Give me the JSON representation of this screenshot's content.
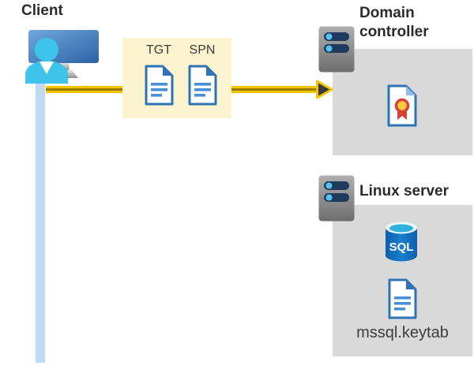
{
  "client": {
    "label": "Client"
  },
  "token_box": {
    "tgt_label": "TGT",
    "spn_label": "SPN"
  },
  "domain_controller": {
    "label": "Domain controller"
  },
  "linux_server": {
    "label": "Linux server",
    "sql_label": "SQL",
    "keytab_label": "mssql.keytab"
  },
  "colors": {
    "yellow-box": "#FCF3CF",
    "arrow-yellow": "#F2C500",
    "arrow-core": "#9A7D00",
    "arrowhead": "#3A3A3A",
    "panel-gray": "#D9D9D9",
    "line-blue": "#BFDAF4",
    "doc-blue": "#2E74B5",
    "doc-line-blue": "#4A90D9",
    "cert-fold-blue": "#8FBBE5",
    "cert-yellow": "#FFC83D",
    "cert-red": "#D6413C",
    "server-bar-navy": "#1E3A5F",
    "server-dot-blue": "#55C3EA",
    "person-cyan": "#3EC4EA"
  }
}
